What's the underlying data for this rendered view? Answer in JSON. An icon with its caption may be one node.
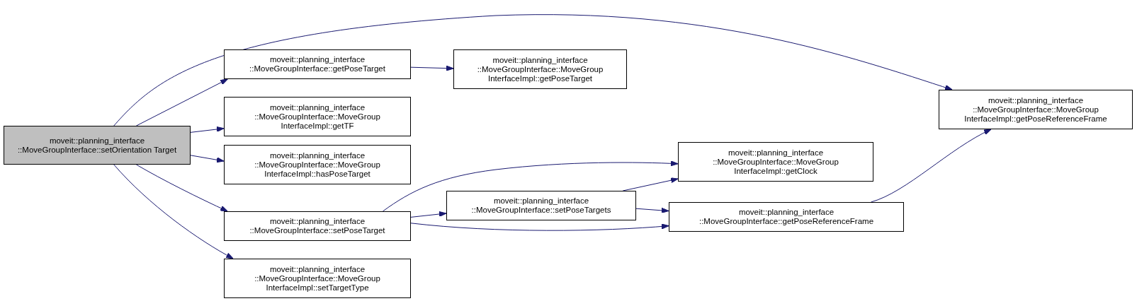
{
  "diagram": {
    "nodes": [
      {
        "text": [
          "moveit::planning_interface ::MoveGroupInterface::setOrientation Target"
        ]
      },
      {
        "text": [
          "moveit::planning_interface ::MoveGroupInterface::getPoseTarget"
        ]
      },
      {
        "text": [
          "moveit::planning_interface ::MoveGroupInterface::MoveGroup InterfaceImpl::getPoseTarget"
        ]
      },
      {
        "text": [
          "moveit::planning_interface ::MoveGroupInterface::MoveGroup InterfaceImpl::getTF"
        ]
      },
      {
        "text": [
          "moveit::planning_interface ::MoveGroupInterface::MoveGroup InterfaceImpl::hasPoseTarget"
        ]
      },
      {
        "text": [
          "moveit::planning_interface ::MoveGroupInterface::setPoseTarget"
        ]
      },
      {
        "text": [
          "moveit::planning_interface ::MoveGroupInterface::MoveGroup InterfaceImpl::setTargetType"
        ]
      },
      {
        "text": [
          "moveit::planning_interface ::MoveGroupInterface::setPoseTargets"
        ]
      },
      {
        "text": [
          "moveit::planning_interface ::MoveGroupInterface::MoveGroup InterfaceImpl::getClock"
        ]
      },
      {
        "text": [
          "moveit::planning_interface ::MoveGroupInterface::getPoseReferenceFrame"
        ]
      },
      {
        "text": [
          "moveit::planning_interface ::MoveGroupInterface::MoveGroup InterfaceImpl::getPoseReferenceFrame"
        ]
      }
    ],
    "edges": [
      {
        "from": 0,
        "to": 1,
        "arrow": "to"
      },
      {
        "from": 0,
        "to": 10,
        "arrow": "to"
      },
      {
        "from": 0,
        "to": 3,
        "arrow": "to"
      },
      {
        "from": 0,
        "to": 4,
        "arrow": "to"
      },
      {
        "from": 0,
        "to": 5,
        "arrow": "to"
      },
      {
        "from": 0,
        "to": 6,
        "arrow": "to"
      },
      {
        "from": 1,
        "to": 2,
        "arrow": "to"
      },
      {
        "from": 5,
        "to": 8,
        "arrow": "to"
      },
      {
        "from": 5,
        "to": 7,
        "arrow": "to"
      },
      {
        "from": 5,
        "to": 9,
        "arrow": "to"
      },
      {
        "from": 7,
        "to": 8,
        "arrow": "to"
      },
      {
        "from": 7,
        "to": 9,
        "arrow": "to"
      },
      {
        "from": 9,
        "to": 10,
        "arrow": "to"
      }
    ]
  }
}
